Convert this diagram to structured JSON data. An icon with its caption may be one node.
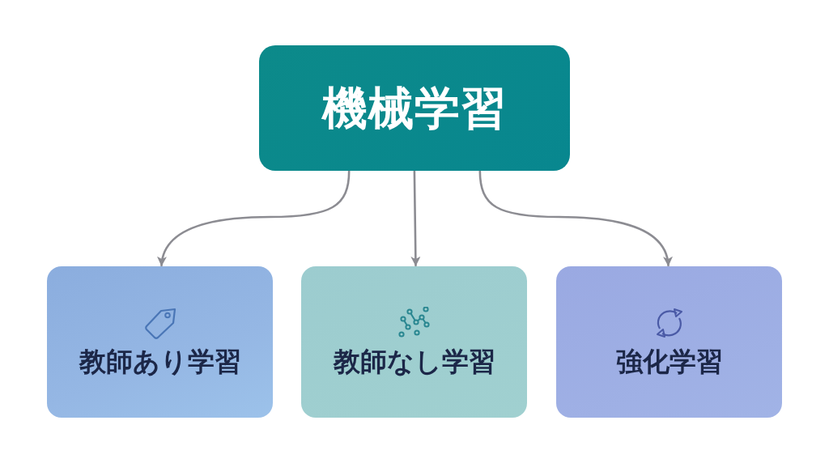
{
  "diagram": {
    "nodes": [
      {
        "text": [
          "機械学習"
        ]
      },
      {
        "text": [
          "教師あり学習"
        ]
      },
      {
        "text": [
          "教師なし学習"
        ]
      },
      {
        "text": [
          "強化学習"
        ]
      }
    ],
    "edges": [
      {
        "from": 0,
        "to": 1,
        "arrow": "to"
      },
      {
        "from": 0,
        "to": 2,
        "arrow": "to"
      },
      {
        "from": 0,
        "to": 3,
        "arrow": "to"
      }
    ]
  }
}
